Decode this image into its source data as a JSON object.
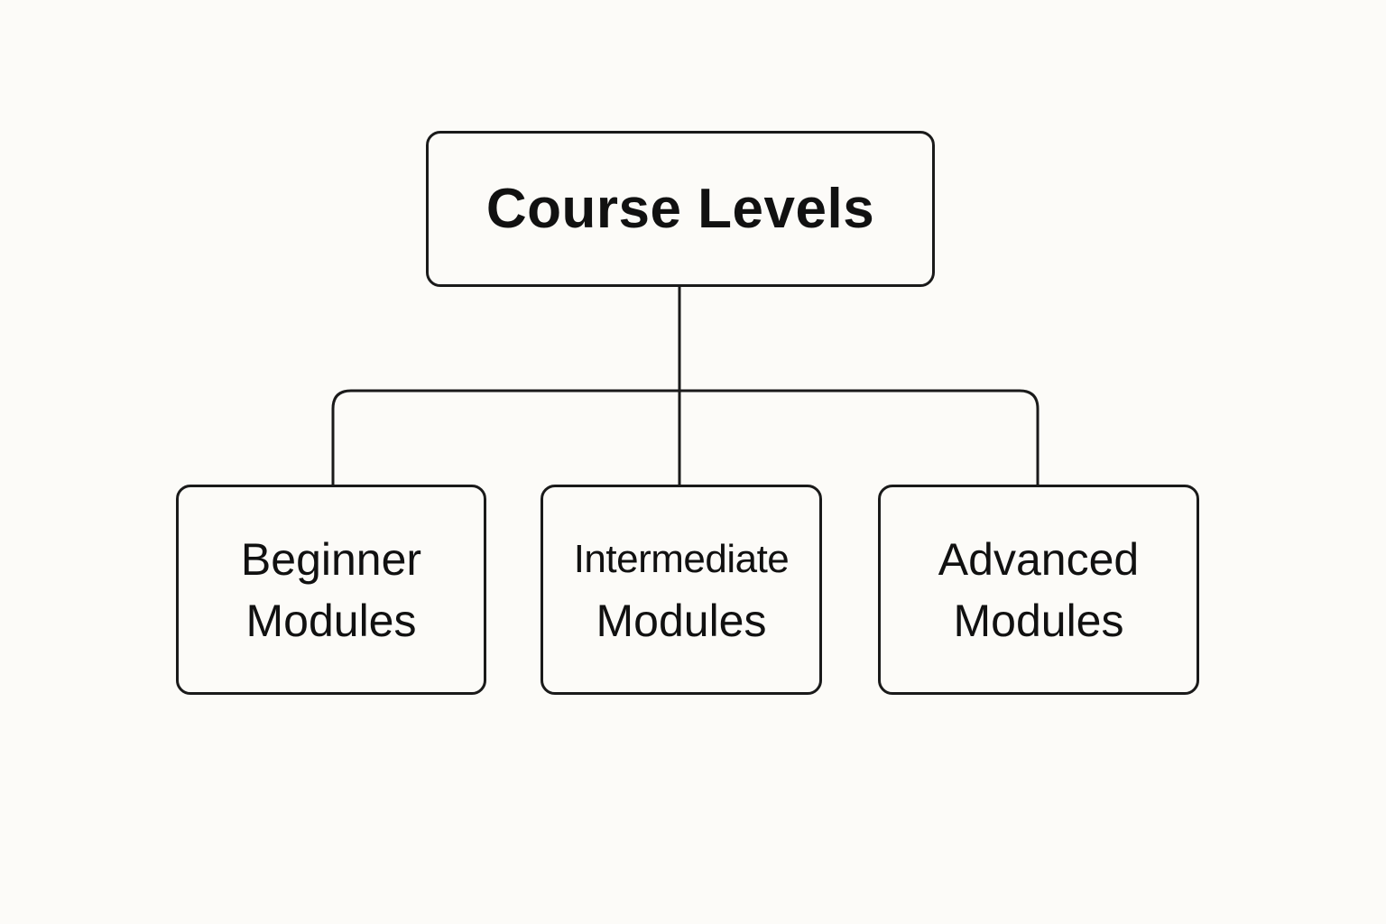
{
  "diagram": {
    "background": "#fcfbf8",
    "stroke_color": "#1a1a1a",
    "text_color": "#111111",
    "root": {
      "label": "Course Levels"
    },
    "children": [
      {
        "line1": "Beginner",
        "line2": "Modules"
      },
      {
        "line1": "Intermediate",
        "line2": "Modules"
      },
      {
        "line1": "Advanced",
        "line2": "Modules"
      }
    ]
  }
}
